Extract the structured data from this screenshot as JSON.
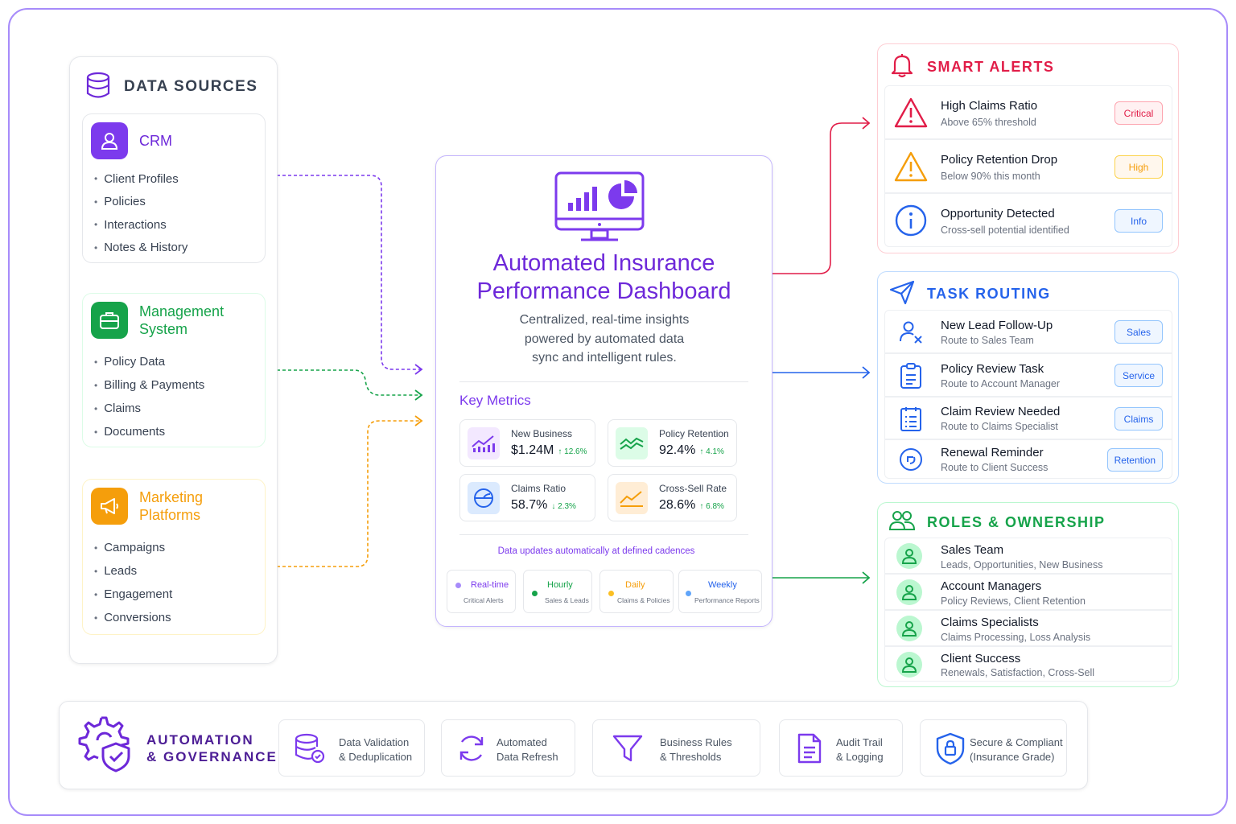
{
  "data_sources": {
    "title": "DATA SOURCES",
    "crm": {
      "name": "CRM",
      "items": [
        "Client Profiles",
        "Policies",
        "Interactions",
        "Notes & History"
      ]
    },
    "management": {
      "name_line1": "Management",
      "name_line2": "System",
      "items": [
        "Policy Data",
        "Billing & Payments",
        "Claims",
        "Documents"
      ]
    },
    "marketing": {
      "name_line1": "Marketing",
      "name_line2": "Platforms",
      "items": [
        "Campaigns",
        "Leads",
        "Engagement",
        "Conversions"
      ]
    }
  },
  "dashboard": {
    "title_line1": "Automated Insurance",
    "title_line2": "Performance Dashboard",
    "subtitle_line1": "Centralized, real-time insights",
    "subtitle_line2": "powered by automated data",
    "subtitle_line3": "sync and intelligent rules.",
    "key_metrics_label": "Key Metrics",
    "metrics": [
      {
        "label": "New Business",
        "value": "$1.24M",
        "delta": "↑ 12.6%"
      },
      {
        "label": "Policy Retention",
        "value": "92.4%",
        "delta": "↑ 4.1%"
      },
      {
        "label": "Claims Ratio",
        "value": "58.7%",
        "delta": "↓ 2.3%"
      },
      {
        "label": "Cross-Sell Rate",
        "value": "28.6%",
        "delta": "↑ 6.8%"
      }
    ],
    "cadence_note": "Data updates automatically at defined cadences",
    "cadences": [
      {
        "name": "Real-time",
        "desc": "Critical Alerts"
      },
      {
        "name": "Hourly",
        "desc": "Sales & Leads"
      },
      {
        "name": "Daily",
        "desc": "Claims & Policies"
      },
      {
        "name": "Weekly",
        "desc": "Performance Reports"
      }
    ]
  },
  "smart_alerts": {
    "title": "SMART ALERTS",
    "items": [
      {
        "title": "High Claims Ratio",
        "sub": "Above 65% threshold",
        "badge": "Critical"
      },
      {
        "title": "Policy Retention Drop",
        "sub": "Below 90% this month",
        "badge": "High"
      },
      {
        "title": "Opportunity Detected",
        "sub": "Cross-sell potential identified",
        "badge": "Info"
      }
    ]
  },
  "task_routing": {
    "title": "TASK ROUTING",
    "items": [
      {
        "title": "New Lead Follow-Up",
        "sub": "Route to Sales Team",
        "badge": "Sales"
      },
      {
        "title": "Policy Review Task",
        "sub": "Route to Account Manager",
        "badge": "Service"
      },
      {
        "title": "Claim Review Needed",
        "sub": "Route to Claims Specialist",
        "badge": "Claims"
      },
      {
        "title": "Renewal Reminder",
        "sub": "Route to Client Success",
        "badge": "Retention"
      }
    ]
  },
  "roles": {
    "title": "ROLES & OWNERSHIP",
    "items": [
      {
        "title": "Sales Team",
        "sub": "Leads, Opportunities, New Business"
      },
      {
        "title": "Account Managers",
        "sub": "Policy Reviews, Client Retention"
      },
      {
        "title": "Claims Specialists",
        "sub": "Claims Processing, Loss Analysis"
      },
      {
        "title": "Client Success",
        "sub": "Renewals, Satisfaction, Cross-Sell"
      }
    ]
  },
  "governance": {
    "title_line1": "AUTOMATION",
    "title_line2": "& GOVERNANCE",
    "items": [
      {
        "line1": "Data Validation",
        "line2": "& Deduplication"
      },
      {
        "line1": "Automated",
        "line2": "Data Refresh"
      },
      {
        "line1": "Business Rules",
        "line2": "& Thresholds"
      },
      {
        "line1": "Audit Trail",
        "line2": "& Logging"
      },
      {
        "line1": "Secure & Compliant",
        "line2": "(Insurance Grade)"
      }
    ]
  },
  "colors": {
    "purple": "#7c3aed",
    "green": "#16a34a",
    "orange": "#f59e0b",
    "red": "#e11d48",
    "blue": "#2563eb",
    "teal": "#16a34a"
  }
}
